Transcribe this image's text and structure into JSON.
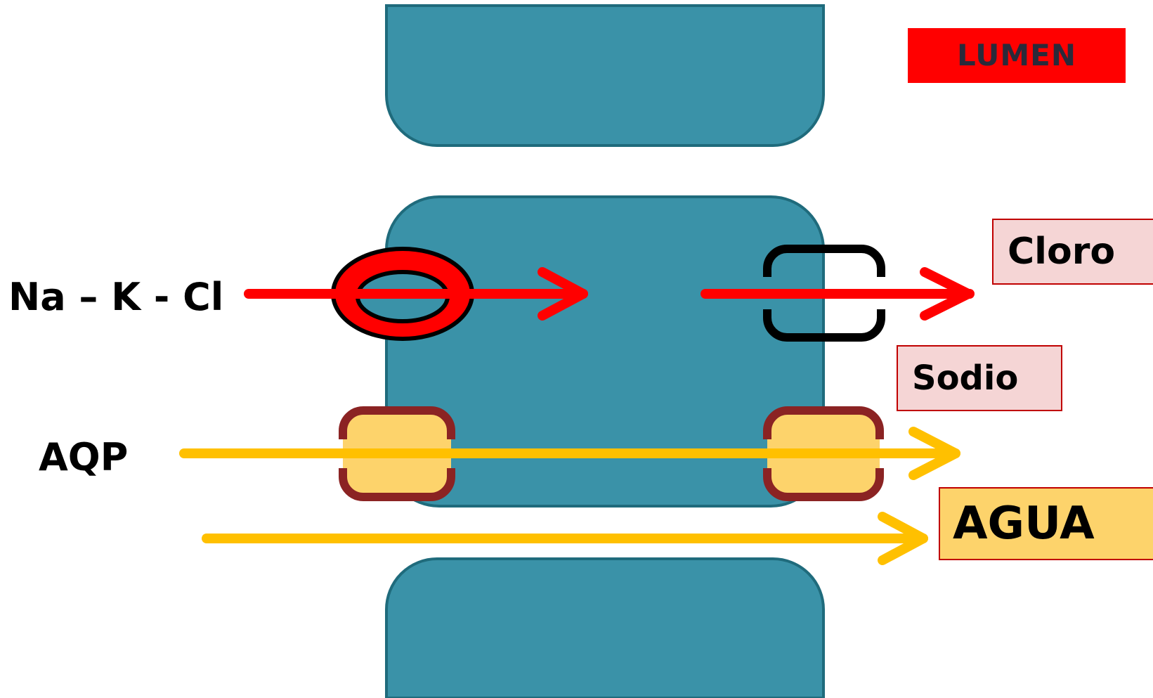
{
  "labels": {
    "lumen": "LUMEN",
    "cloro": "Cloro",
    "sodio": "Sodio",
    "agua": "AGUA",
    "nakcl": "Na – K - Cl",
    "aqp": "AQP"
  },
  "colors": {
    "cell_fill": "#3a92a8",
    "cell_stroke": "#1f6b7c",
    "transport_red": "#ff0000",
    "water_yellow": "#ffc000",
    "aqp_fill": "#fdd36b",
    "aqp_stroke": "#8b2323",
    "lumen_fill": "#ff0000",
    "lumen_text": "#2a2a3a",
    "ion_box_fill": "#f5d5d5",
    "agua_box_fill": "#fdd36b"
  },
  "icons": {
    "cotransporter": "double-ring-cotransporter-icon",
    "channel": "bracket-channel-icon",
    "aquaporin": "aquaporin-channel-icon"
  }
}
